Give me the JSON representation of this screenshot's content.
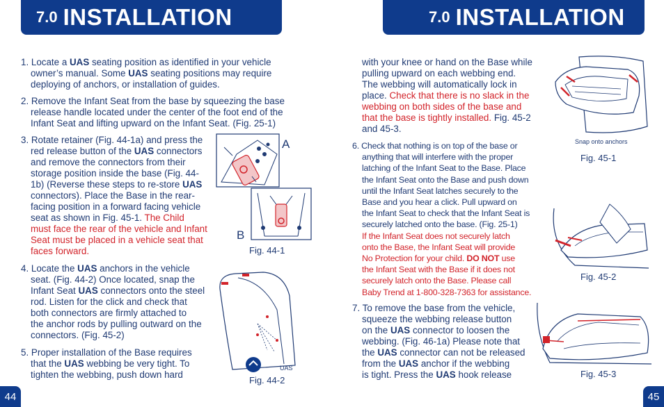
{
  "left": {
    "header": {
      "number": "7.0",
      "title": "INSTALLATION"
    },
    "page_number": "44",
    "fig_44_1_label": "Fig. 44-1",
    "fig_44_2_label": "Fig. 44-2",
    "letter_a": "A",
    "letter_b": "B",
    "uas_tag": "UAS",
    "p1": {
      "l1_a": "1. Locate a ",
      "l1_b": "UAS",
      "l1_c": " seating position as identified in your vehicle",
      "l2_a": "owner’s manual.  Some ",
      "l2_b": "UAS",
      "l2_c": " seating positions may require",
      "l3": "deploying of anchors, or installation of guides."
    },
    "p2": {
      "l1": "2. Remove the Infant Seat from the base by squeezing the base",
      "l2": "release handle located under the center of the foot end of the",
      "l3": "Infant Seat and lifting upward on the Infant Seat.  (Fig. 25-1)"
    },
    "p3": {
      "l1": "3. Rotate retainer (Fig. 44-1a) and press the",
      "l2_a": "red release button of the ",
      "l2_b": "UAS",
      "l2_c": " connectors",
      "l3": "and remove the connectors from their",
      "l4": "storage position inside the base (Fig. 44-",
      "l5_a": "1b) (Reverse these steps to re-store ",
      "l5_b": "UAS",
      "l6": "connectors).  Place the Base in the rear-",
      "l7": "facing position in a forward facing vehicle",
      "l8_a": "seat as shown in Fig. 45-1.  ",
      "l8_b": "The Child",
      "l9": "must face the rear of the vehicle and Infant",
      "l10": "Seat must be placed in a vehicle seat that",
      "l11": "faces forward."
    },
    "p4": {
      "l1_a": "4. Locate the ",
      "l1_b": "UAS",
      "l1_c": " anchors in the vehicle",
      "l2": "seat. (Fig. 44-2)  Once located, snap the",
      "l3_a": "Infant Seat ",
      "l3_b": "UAS",
      "l3_c": " connectors onto the steel",
      "l4": "rod.  Listen for the click and check that",
      "l5": "both connectors are firmly attached to",
      "l6": "the anchor rods by pulling outward on the",
      "l7": "connectors.  (Fig. 45-2)"
    },
    "p5": {
      "l1": "5. Proper installation of the Base requires",
      "l2_a": "that the ",
      "l2_b": "UAS",
      "l2_c": " webbing be very tight.  To",
      "l3": "tighten the webbing, push down hard"
    }
  },
  "right": {
    "header": {
      "number": "7.0",
      "title": "INSTALLATION"
    },
    "page_number": "45",
    "fig_45_1_label": "Fig. 45-1",
    "fig_45_2_label": "Fig. 45-2",
    "fig_45_3_label": "Fig. 45-3",
    "snap_caption": "Snap onto anchors",
    "cont": {
      "l1": "with your knee or hand on the Base while",
      "l2": "pulling upward on each webbing end.",
      "l3": "The webbing will automatically lock in",
      "l4_a": "place.  ",
      "l4_b": "Check that there is no slack in the",
      "l5": "webbing on both sides of the base and",
      "l6_a": "that the base is tightly installed.",
      "l6_b": "  Fig. 45-2",
      "l7": "and 45-3."
    },
    "p6": {
      "l1": "6. Check that nothing is on top of the base or",
      "l2": "anything that will interfere with the proper",
      "l3": "latching of the Infant Seat to the Base.  Place",
      "l4": "the Infant Seat onto the Base and push down",
      "l5": "until the Infant Seat latches securely to the",
      "l6": "Base and you hear a click.  Pull upward on",
      "l7": "the Infant Seat to check that the Infant Seat is",
      "l8": "securely latched onto the base.  (Fig. 25-1)",
      "l9": "If the Infant Seat does not securely latch",
      "l10": "onto the Base, the Infant Seat will provide",
      "l11_a": "No Protection for your child.  ",
      "l11_b": "DO NOT",
      "l11_c": " use",
      "l12": "the Infant Seat with the Base if it does not",
      "l13": "securely latch onto the Base.  Please call",
      "l14": "Baby Trend at 1-800-328-7363 for assistance."
    },
    "p7": {
      "l1": "7. To remove the base from the vehicle,",
      "l2": "squeeze the webbing release button",
      "l3_a": "on the ",
      "l3_b": "UAS",
      "l3_c": " connector to loosen the",
      "l4": "webbing.  (Fig. 46-1a)  Please note that",
      "l5_a": "the ",
      "l5_b": "UAS",
      "l5_c": " connector can not be released",
      "l6_a": "from the ",
      "l6_b": "UAS",
      "l6_c": " anchor if the webbing",
      "l7_a": "is tight.  Press the ",
      "l7_b": "UAS",
      "l7_c": " hook release"
    }
  },
  "colors": {
    "banner": "#0f3b8c",
    "text": "#1f3a73",
    "warning": "#d2232a"
  }
}
